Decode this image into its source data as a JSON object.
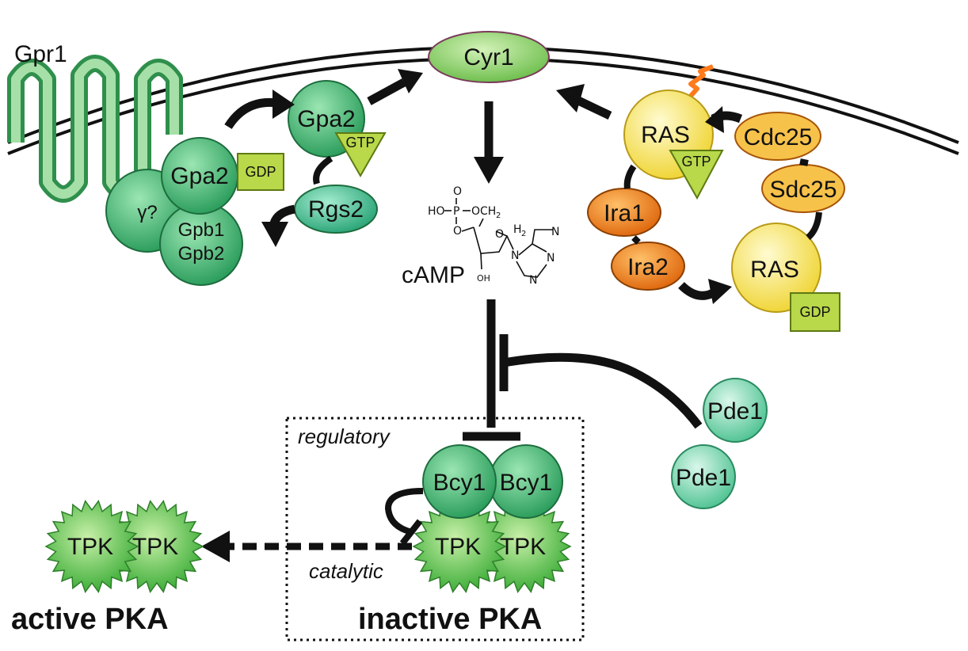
{
  "labels": {
    "gpr1": "Gpr1",
    "cyr1": "Cyr1",
    "gpa2_active": "Gpa2",
    "gtp_gpa2": "GTP",
    "gpa2_inactive": "Gpa2",
    "gdp_gpa2": "GDP",
    "gamma": "γ?",
    "gpb1": "Gpb1",
    "gpb2": "Gpb2",
    "rgs2": "Rgs2",
    "ras_gtp": "RAS",
    "gtp_ras": "GTP",
    "cdc25": "Cdc25",
    "sdc25": "Sdc25",
    "ira1": "Ira1",
    "ira2": "Ira2",
    "ras_gdp": "RAS",
    "gdp_ras": "GDP",
    "camp": "cAMP",
    "pde1_a": "Pde1",
    "pde1_b": "Pde1",
    "regulatory": "regulatory",
    "bcy1_a": "Bcy1",
    "bcy1_b": "Bcy1",
    "tpk_inactive_a": "TPK",
    "tpk_inactive_b": "TPK",
    "catalytic": "catalytic",
    "tpk_active_a": "TPK",
    "tpk_active_b": "TPK",
    "active_pka": "active PKA",
    "inactive_pka": "inactive PKA"
  },
  "chem": {
    "o_top": "O",
    "ho": "HO",
    "p": "P",
    "och2": "OCH",
    "sub2": "2",
    "o_left": "O",
    "ring_o": "O",
    "nh2": "H",
    "nh2_sub": "2",
    "n_side": "N",
    "n1": "N",
    "n2": "N",
    "n3": "N",
    "oh": "OH"
  },
  "colors": {
    "green_protein": "#4fbf7a",
    "teal_protein": "#5cc79a",
    "yellow_protein": "#f5e35a",
    "orange_protein": "#f08a1e",
    "lime_tag": "#b9d84a",
    "cyr1_fill": "#9bd67a",
    "tpk_fill": "#6fce5a",
    "pde1_fill": "#7fd9b0"
  }
}
